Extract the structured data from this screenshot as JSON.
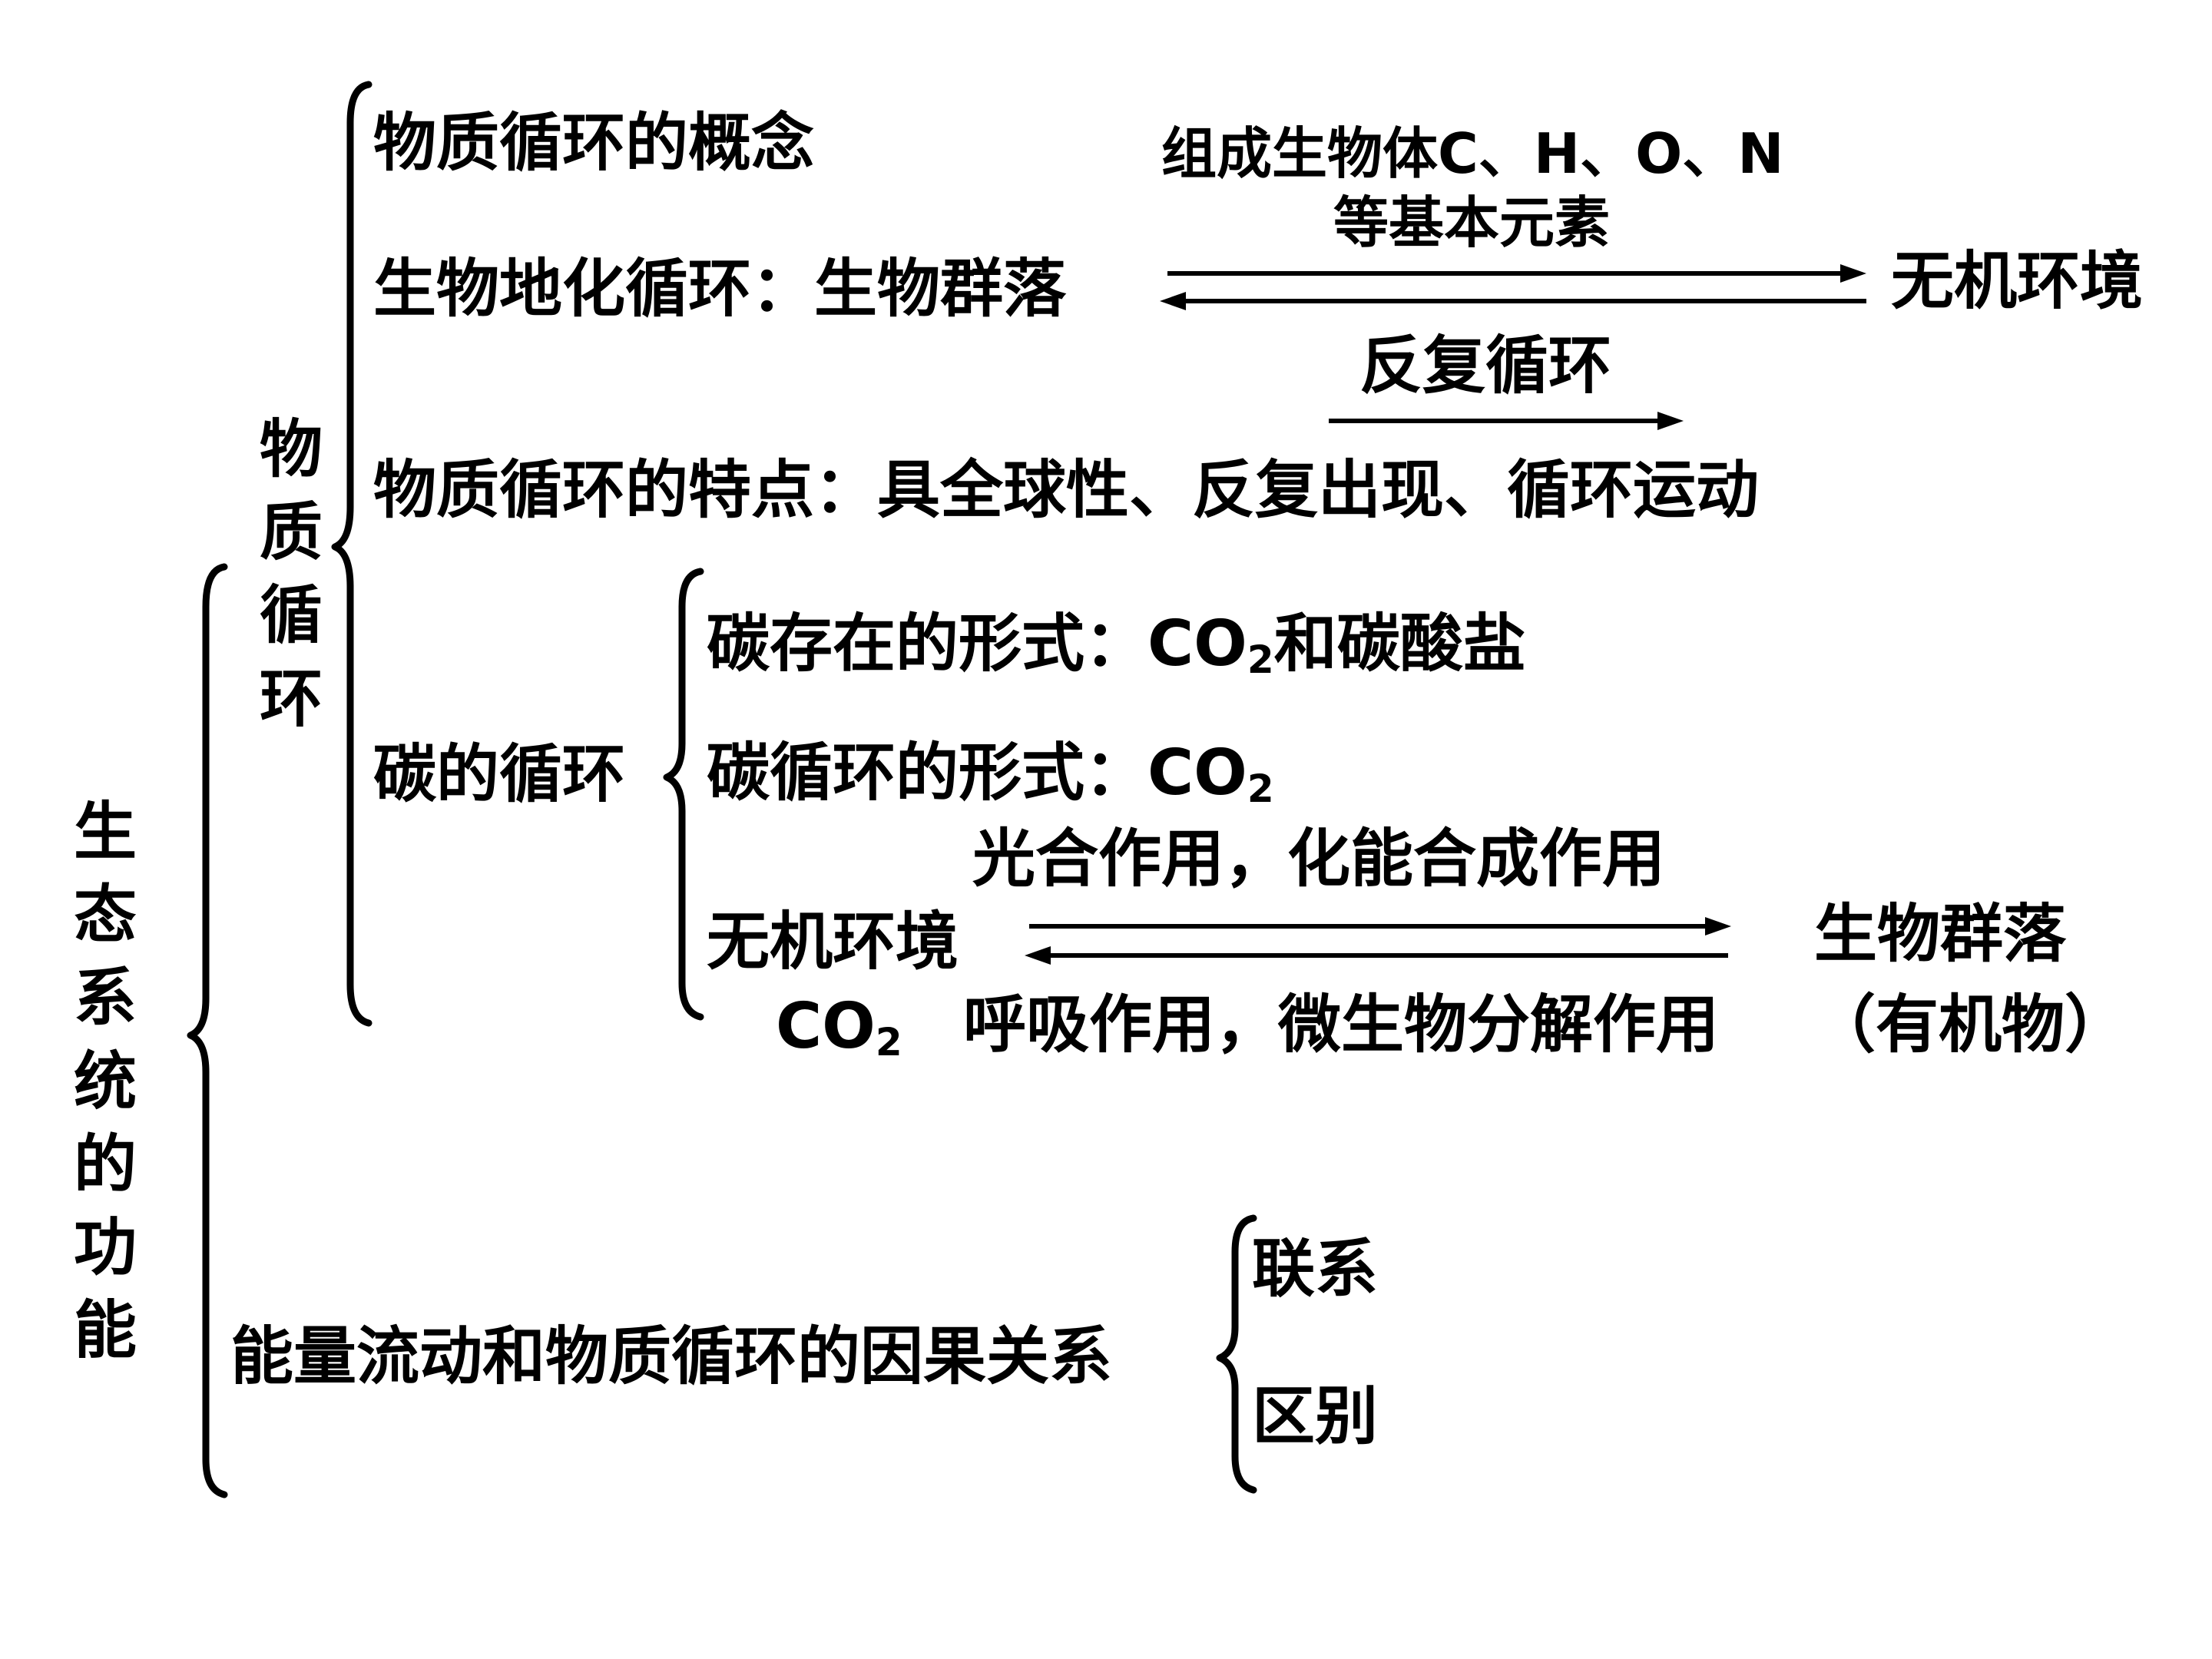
{
  "root_label": [
    "生",
    "态",
    "系",
    "统",
    "的",
    "功",
    "能"
  ],
  "material_cycle": {
    "label": [
      "物",
      "质",
      "循",
      "环"
    ],
    "concept": "物质循环的概念",
    "bgc_prefix": "生物地化循环：生物群落",
    "bgc_target": "无机环境",
    "elements_line1": "组成生物体C、H、O、N",
    "elements_line2": "等基本元素",
    "repeat_cycle": "反复循环",
    "features": "物质循环的特点：具全球性、反复出现、循环运动"
  },
  "carbon_cycle": {
    "label": "碳的循环",
    "existence_form": "碳存在的形式：CO",
    "existence_sub": "2",
    "existence_tail": "和碳酸盐",
    "cycle_form": "碳循环的形式：CO",
    "cycle_sub": "2",
    "left_node": "无机环境",
    "right_node": "生物群落",
    "forward_process": "光合作用，化能合成作用",
    "reverse_process": "呼吸作用，微生物分解作用",
    "left_co2": "CO",
    "left_co2_sub": "2",
    "right_note": "（有机物）"
  },
  "energy_relation": {
    "label": "能量流动和物质循环的因果关系",
    "items": [
      "联系",
      "区别"
    ]
  }
}
